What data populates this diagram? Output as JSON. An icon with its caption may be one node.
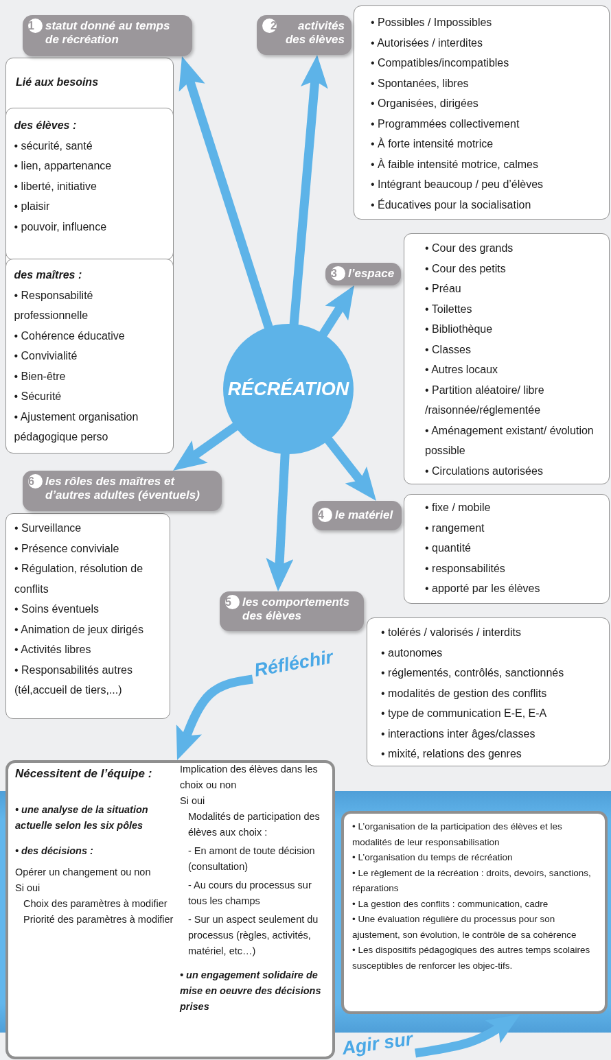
{
  "diagram": {
    "nodes": [
      {
        "text": [
          "RÉCRÉATION"
        ]
      },
      {
        "text": [
          "1",
          "statut donné au temps de récréation"
        ]
      },
      {
        "text": [
          "Lié aux besoins"
        ]
      },
      {
        "text": [
          "des élèves :",
          "• sécurité, santé",
          "• lien, appartenance",
          "• liberté, initiative",
          "• plaisir",
          "• pouvoir, influence"
        ],
        "in": 2
      },
      {
        "text": [
          "des maîtres :",
          "• Responsabilité professionnelle",
          "• Cohérence éducative",
          "• Convivialité",
          "• Bien-être",
          "• Sécurité",
          "• Ajustement organisation pédagogique perso"
        ],
        "in": 2
      },
      {
        "text": [
          "2",
          "activités des élèves"
        ]
      },
      {
        "text": [
          "• Possibles / Impossibles",
          "• Autorisées / interdites",
          "• Compatibles/incompatibles",
          "• Spontanées, libres",
          "• Organisées, dirigées",
          "• Programmées collectivement",
          "• À forte intensité motrice",
          "• À faible intensité motrice, calmes",
          "• Intégrant beaucoup / peu d’élèves",
          "• Éducatives pour la socialisation"
        ]
      },
      {
        "text": [
          "3",
          "l’espace"
        ]
      },
      {
        "text": [
          "• Cour des grands",
          "• Cour des petits",
          "• Préau",
          "• Toilettes",
          "• Bibliothèque",
          "• Classes",
          "• Autres locaux",
          "• Partition aléatoire/ libre /raisonnée/réglementée",
          "• Aménagement existant/ évolution possible",
          "• Circulations autorisées"
        ]
      },
      {
        "text": [
          "4",
          "le matériel"
        ]
      },
      {
        "text": [
          "• fixe / mobile",
          "• rangement",
          "• quantité",
          "• responsabilités",
          "• apporté par les élèves"
        ]
      },
      {
        "text": [
          "5",
          "les comportements des élèves"
        ]
      },
      {
        "text": [
          "• tolérés / valorisés / interdits",
          "• autonomes",
          "• réglementés, contrôlés, sanctionnés",
          "• modalités de gestion des conflits",
          "• type de communication E-E, E-A",
          "• interactions inter âges/classes",
          "• mixité, relations des genres"
        ]
      },
      {
        "text": [
          "6",
          "les rôles des maîtres et d’autres adultes (éventuels)"
        ]
      },
      {
        "text": [
          "• Surveillance",
          "• Présence conviviale",
          "• Régulation, résolution de conflits",
          "• Soins éventuels",
          "• Animation de jeux dirigés",
          "• Activités libres",
          "• Responsabilités autres (tél,accueil de tiers,...)"
        ]
      },
      {
        "text": [
          "Nécessitent de l’équipe :",
          "• une analyse de la situation actuelle selon les six pôles",
          "• des décisions :",
          "Opérer un changement ou non",
          "Si oui",
          "Choix des paramètres à modifier",
          "Priorité des paramètres à modifier",
          "Implication des élèves dans les choix ou non",
          "Si oui",
          "Modalités de participation des élèves aux choix :",
          "- En amont de toute décision (consultation)",
          "- Au cours du processus sur tous les champs",
          "- Sur un aspect seulement du processus (règles, activités, matériel, etc…)",
          "• un engagement solidaire de mise en oeuvre des décisions prises"
        ]
      },
      {
        "text": [
          "• L’organisation de la participation des élèves et les modalités de leur responsabilisation",
          "• L’organisation du temps de récréation",
          "• Le règlement de la récréation : droits, devoirs, sanctions, réparations",
          "• La gestion des conflits : communication, cadre",
          "• Une évaluation régulière du processus pour son ajustement, son évolution, le contrôle de sa cohérence",
          "• Les dispositifs pédagogiques des autres temps scolaires susceptibles de renforcer les objec-tifs."
        ]
      }
    ],
    "edges": [
      {
        "from": 0,
        "to": 1,
        "arrow": "to"
      },
      {
        "from": 0,
        "to": 5,
        "arrow": "to"
      },
      {
        "from": 0,
        "to": 7,
        "arrow": "to"
      },
      {
        "from": 0,
        "to": 9,
        "arrow": "to"
      },
      {
        "from": 0,
        "to": 11,
        "arrow": "to"
      },
      {
        "from": 0,
        "to": 13,
        "arrow": "to"
      },
      {
        "from": null,
        "to": 15,
        "arrow": "to",
        "label": "Réfléchir"
      },
      {
        "from": null,
        "to": 16,
        "arrow": "to",
        "label": "Agir sur"
      }
    ]
  }
}
